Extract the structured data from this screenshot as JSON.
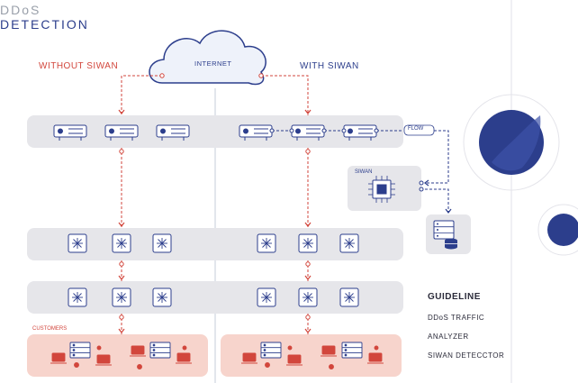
{
  "title": {
    "line1": "DDoS",
    "line2": "DETECTION"
  },
  "labels": {
    "without": "WITHOUT SIWAN",
    "with": "WITH SIWAN",
    "internet": "INTERNET",
    "flow": "FLOW",
    "siwan": "SIWAN",
    "customers": "CUSTOMERS"
  },
  "guideline": {
    "heading": "GUIDELINE",
    "items": [
      "DDoS TRAFFIC",
      "ANALYZER",
      "SIWAN DETECCTOR"
    ]
  },
  "colors": {
    "red": "#d2463c",
    "navy": "#2c3e8c",
    "band": "#e6e6ea",
    "customer_band": "#f7d4cc",
    "cloud": "#eef2fa"
  }
}
